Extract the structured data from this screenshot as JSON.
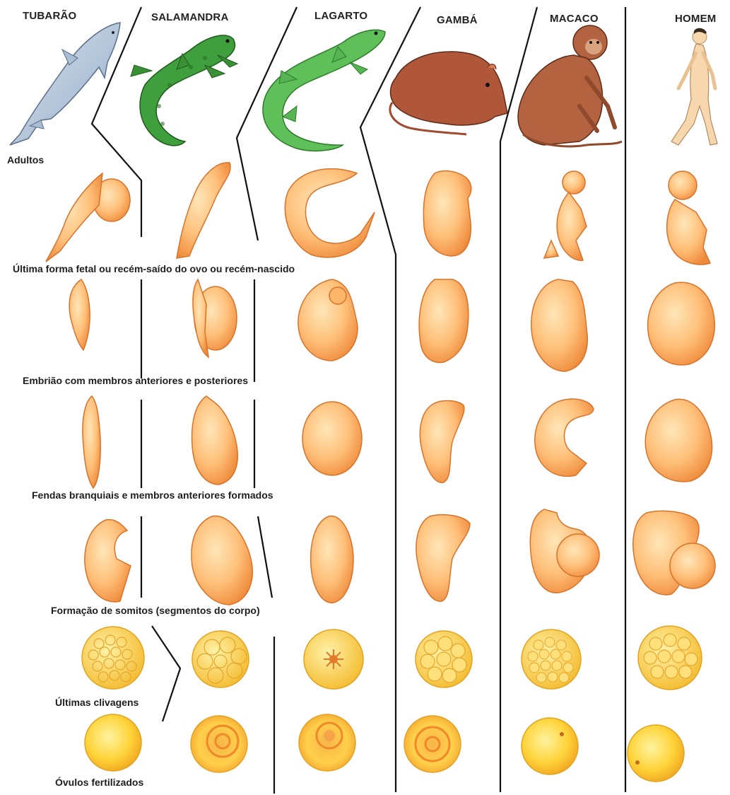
{
  "species": [
    "TUBARÃO",
    "SALAMANDRA",
    "LAGARTO",
    "GAMBÁ",
    "MACACO",
    "HOMEM"
  ],
  "stages": {
    "adults": "Adultos",
    "last_fetal": "Última forma fetal ou recém-saído do ovo ou recém-nascido",
    "limbs_embryo": "Embrião com membros anteriores e posteriores",
    "gill_slits": "Fendas branquiais e membros anteriores formados",
    "somites": "Formação de somitos (segmentos do corpo)",
    "cleavage": "Últimas clivagens",
    "fertilized": "Óvulos fertilizados"
  },
  "colors": {
    "shark": "#b9cbe0",
    "amphibian_green": "#3f9f3c",
    "lizard_green": "#5fc05a",
    "possum_brown": "#b0573a",
    "monkey_brown": "#b3633f",
    "human_skin": "#f6d7ae",
    "embryo_light": "#ffd08a",
    "embryo_dark": "#f08a35",
    "egg_yellow": "#ffd93a",
    "divider": "#111111"
  }
}
